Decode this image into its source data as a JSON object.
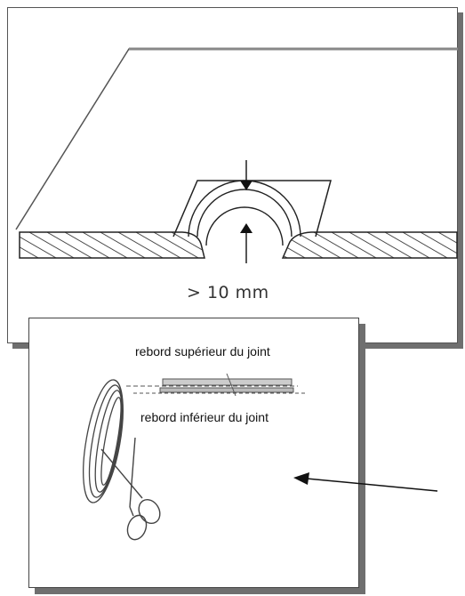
{
  "dimension_label": "> 10 mm",
  "caption_upper": "rebord supérieur du joint",
  "caption_lower": "rebord inférieur du joint",
  "icons": [
    "scissors-icon",
    "tape-roll-icon",
    "pointer-arrow-icon"
  ]
}
